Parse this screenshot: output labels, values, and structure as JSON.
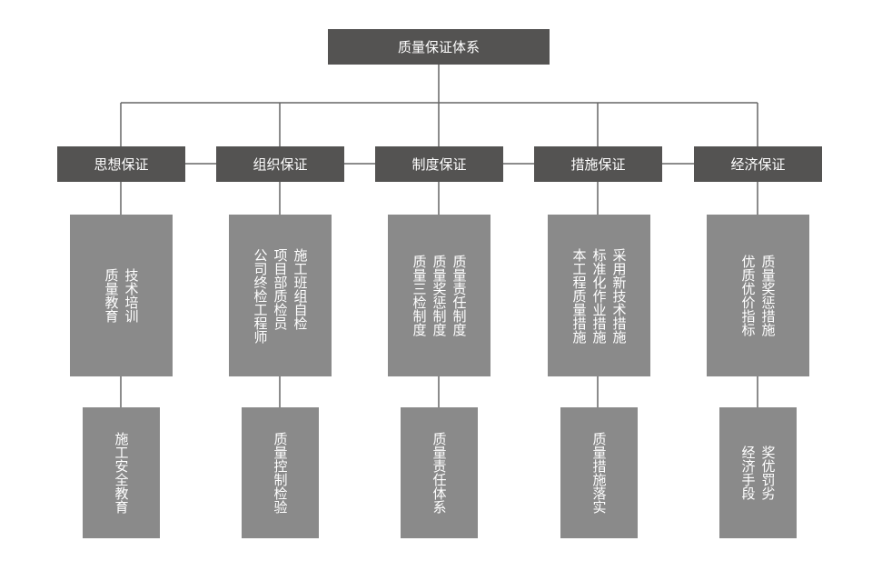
{
  "diagram": {
    "root": "质量保证体系",
    "categories": [
      "思想保证",
      "组织保证",
      "制度保证",
      "措施保证",
      "经济保证"
    ],
    "middle": [
      "技术培训\n质量教育",
      "施工班组自检\n项目部质检员\n公司终检工程师",
      "质量责任制度\n质量奖惩制度\n质量三检制度",
      "采用新技术措施\n标准化作业措施\n本工程质量措施",
      "质量奖惩措施\n优质优价指标"
    ],
    "bottom": [
      "施工安全教育",
      "质量控制检验",
      "质量责任体系",
      "质量措施落实",
      "奖优罚劣\n经济手段"
    ]
  },
  "colors": {
    "dark_box": "#545352",
    "light_box": "#8a8a8a",
    "connector": "#666666",
    "text": "#ffffff"
  }
}
